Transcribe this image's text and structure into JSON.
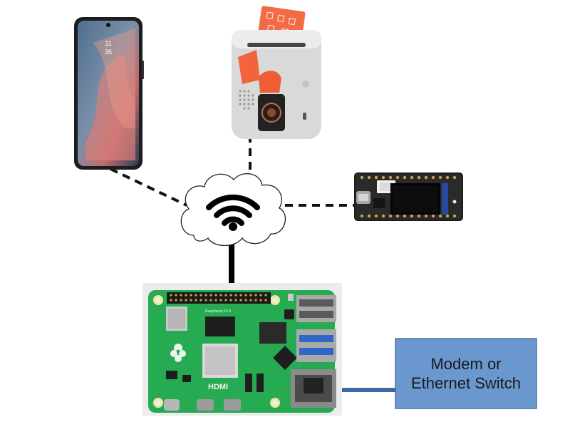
{
  "nodes": {
    "phone": {
      "label": "",
      "icon": "smartphone-icon"
    },
    "card_reader": {
      "label": "",
      "icon": "card-device-icon"
    },
    "display_board": {
      "label": "",
      "icon": "microcontroller-display-icon"
    },
    "wifi_cloud": {
      "label": "",
      "icon": "wifi-icon"
    },
    "raspberry_pi": {
      "label": "Raspberry Pi 5",
      "hdmi_text": "HDMI",
      "icon": "raspberry-pi-board-icon"
    },
    "modem": {
      "line1": "Modem or",
      "line2": "Ethernet Switch"
    }
  },
  "colors": {
    "modem_fill": "#6b97cf",
    "modem_border": "#4a72a8",
    "ethernet_link": "#3d68a6",
    "wireless_link": "#111111",
    "wired_link": "#000000",
    "board_green": "#27ab52",
    "device_orange": "#f46d43"
  }
}
